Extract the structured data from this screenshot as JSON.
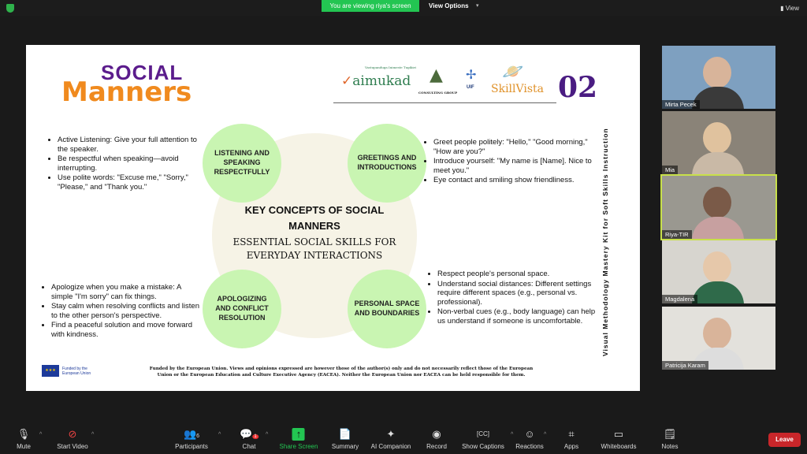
{
  "topbar": {
    "viewing": "You are viewing riya's screen",
    "view_options": "View Options",
    "view": "View"
  },
  "slide": {
    "title_line1": "SOCIAL",
    "title_line2": "Manners",
    "number": "02",
    "logos": [
      "aimukad",
      "CONSULTING GROUP",
      "UIF",
      "SkillVista"
    ],
    "logo_tagline": "Vastupanduga Inimeste Tugikiri",
    "center_title": "KEY CONCEPTS OF SOCIAL MANNERS",
    "center_subtitle": "ESSENTIAL SOCIAL SKILLS FOR EVERYDAY INTERACTIONS",
    "circles": [
      "LISTENING AND SPEAKING RESPECTFULLY",
      "GREETINGS AND INTRODUCTIONS",
      "APOLOGIZING AND CONFLICT RESOLUTION",
      "PERSONAL SPACE AND BOUNDARIES"
    ],
    "listening": [
      "Active Listening: Give your full attention to the speaker.",
      "Be respectful when speaking—avoid interrupting.",
      "Use polite words: \"Excuse me,\" \"Sorry,\" \"Please,\" and \"Thank you.\""
    ],
    "greetings": [
      "Greet people politely: \"Hello,\" \"Good morning,\" \"How are you?\"",
      "Introduce yourself: \"My name is [Name]. Nice to meet you.\"",
      "Eye contact and smiling show friendliness."
    ],
    "apologizing": [
      "Apologize when you make a mistake: A simple \"I'm sorry\" can fix things.",
      "Stay calm when resolving conflicts and listen to the other person's perspective.",
      "Find a peaceful solution and move forward with kindness."
    ],
    "space": [
      "Respect people's personal space.",
      "Understand social distances: Different settings require different spaces (e.g., personal vs. professional).",
      "Non-verbal cues (e.g., body language) can help us understand if someone is uncomfortable."
    ],
    "vertical": "Visual Methodology Mastery Kit for Soft Skills Instruction",
    "eu_label": "Funded by the European Union",
    "disclaimer": "Funded by the European Union. Views and opinions expressed are however those of the author(s) only and do not necessarily reflect those of the European Union or the European Education and Culture Executive Agency (EACEA). Neither the European Union nor EACEA can be held responsible for them."
  },
  "participants": [
    "Mirta Pecek",
    "Mia",
    "Riya-TIR",
    "Magdalena",
    "Patricija Karam"
  ],
  "toolbar": {
    "mute": "Mute",
    "video": "Start Video",
    "participants": "Participants",
    "participants_count": "6",
    "chat": "Chat",
    "chat_badge": "1",
    "share": "Share Screen",
    "summary": "Summary",
    "ai": "AI Companion",
    "record": "Record",
    "captions": "Show Captions",
    "reactions": "Reactions",
    "apps": "Apps",
    "whiteboards": "Whiteboards",
    "notes": "Notes",
    "leave": "Leave"
  }
}
